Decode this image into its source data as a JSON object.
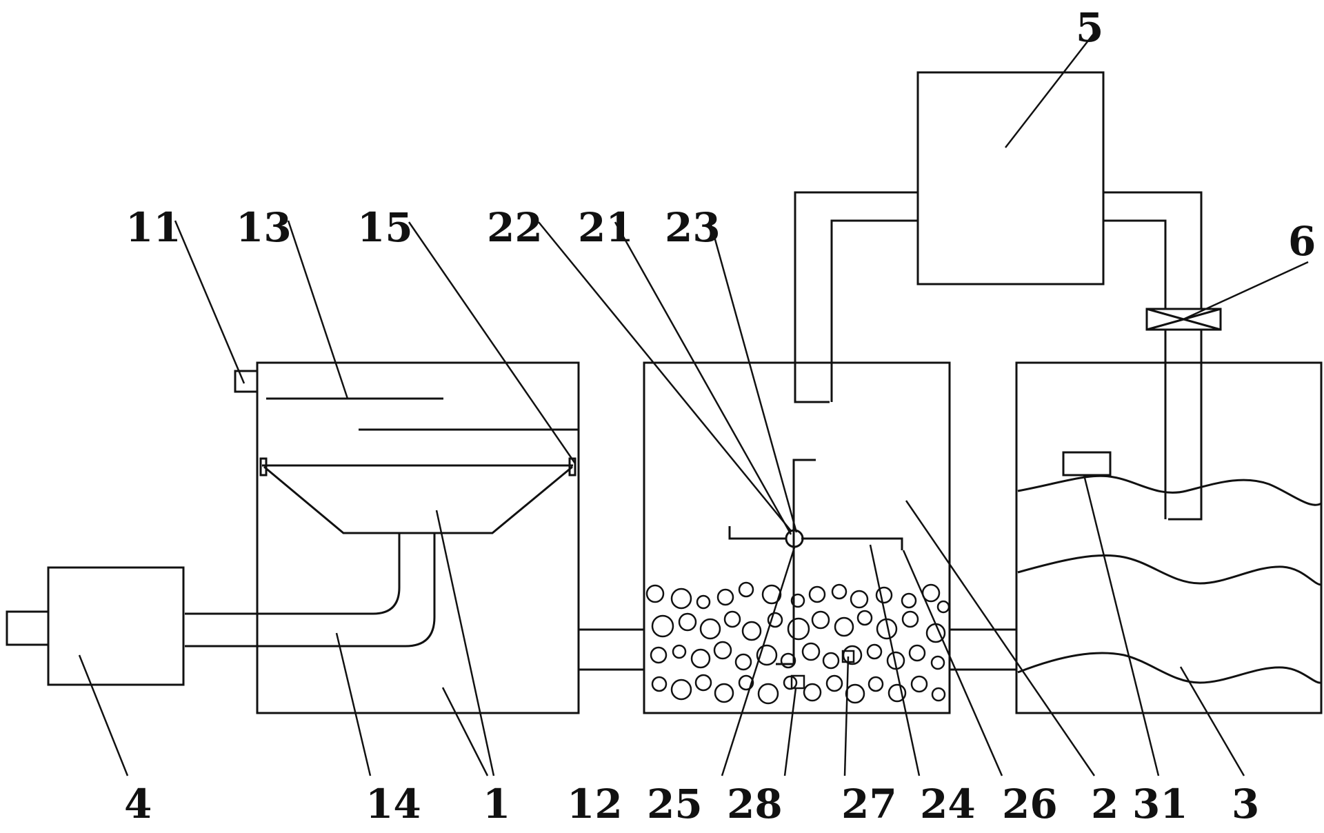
{
  "labels": {
    "l1": "1",
    "l2": "2",
    "l3": "3",
    "l4": "4",
    "l5": "5",
    "l6": "6",
    "l11": "11",
    "l12": "12",
    "l13": "13",
    "l14": "14",
    "l15": "15",
    "l21": "21",
    "l22": "22",
    "l23": "23",
    "l24": "24",
    "l25": "25",
    "l26": "26",
    "l27": "27",
    "l28": "28",
    "l31": "31"
  },
  "colors": {
    "stroke": "#111111",
    "background": "#ffffff"
  }
}
